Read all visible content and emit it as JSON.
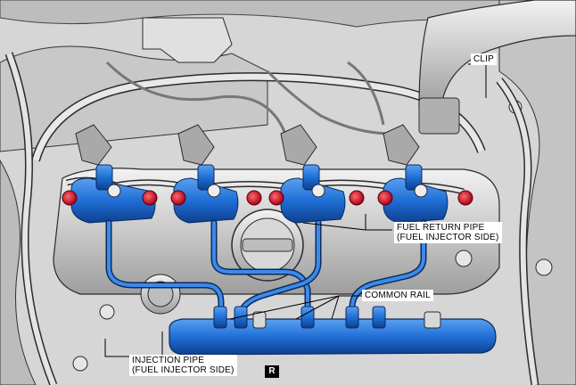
{
  "diagram": {
    "labels": {
      "clip": "CLIP",
      "fuel_return_pipe": "FUEL RETURN PIPE\n(FUEL INJECTOR SIDE)",
      "common_rail": "COMMON RAIL",
      "injection_pipe": "INJECTION PIPE\n(FUEL INJECTOR SIDE)"
    },
    "view_badge": "R",
    "colors": {
      "engine_gray": "#cfcfcf",
      "outline": "#2b2b2b",
      "highlight_blue": "#1f6fd6",
      "highlight_dark": "#0d3f8f",
      "cap_red": "#d0102a"
    }
  }
}
